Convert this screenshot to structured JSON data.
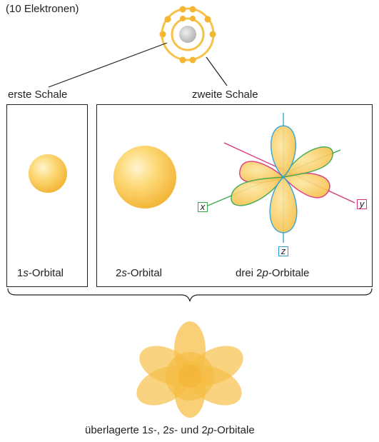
{
  "header": {
    "electrons_label": "(10 Elektronen)"
  },
  "shells": {
    "first_label": "erste Schale",
    "second_label": "zweite Schale"
  },
  "panels": {
    "orbital_1s_prefix": "1",
    "orbital_1s_italic": "s",
    "orbital_1s_suffix": "-Orbital",
    "orbital_2s_prefix": "2",
    "orbital_2s_italic": "s",
    "orbital_2s_suffix": "-Orbital",
    "orbital_2p_prefix": "drei 2",
    "orbital_2p_italic": "p",
    "orbital_2p_suffix": "-Orbitale"
  },
  "axes": {
    "x": "x",
    "y": "y",
    "z": "z"
  },
  "caption": {
    "part1": "überlagerte 1",
    "s1": "s",
    "part2": "-, 2",
    "s2": "s",
    "part3": "- und 2",
    "p": "p",
    "part4": "-Orbitale"
  },
  "colors": {
    "orbital_fill": "#f9c94f",
    "orbital_light": "#fde8a6",
    "x_axis": "#3aa64a",
    "y_axis": "#d6337a",
    "z_axis": "#2b9fd6"
  }
}
